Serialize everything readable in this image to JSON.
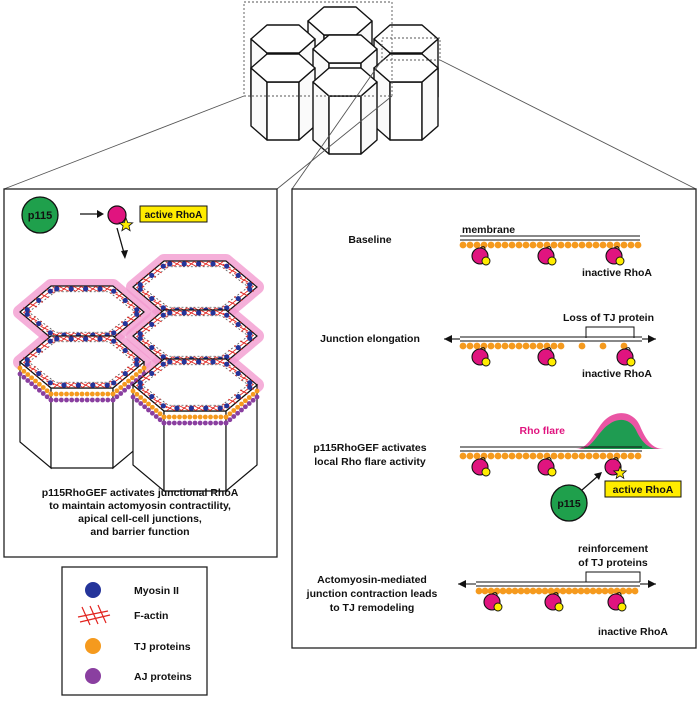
{
  "colors": {
    "magenta": "#e0147f",
    "yellow": "#ffec00",
    "green": "#1fa04c",
    "orange": "#f59a1e",
    "purple": "#8a3fa0",
    "myosin": "#24349a",
    "actin": "#e2241f",
    "pink_glow": "#f29bd0",
    "rho_flare_pink": "#e8429a",
    "rho_flare_green": "#1f9c52"
  },
  "left_panel": {
    "p115": "p115",
    "active_rhoa": "active RhoA",
    "caption": [
      "p115RhoGEF activates junctional RhoA",
      "to maintain actomyosin contractility,",
      "apical cell-cell junctions,",
      "and barrier function"
    ]
  },
  "legend": {
    "items": [
      {
        "label": "Myosin II",
        "icon": "myosin-dot-icon"
      },
      {
        "label": "F-actin",
        "icon": "actin-filament-icon"
      },
      {
        "label": "TJ proteins",
        "icon": "tj-dot-icon"
      },
      {
        "label": "AJ proteins",
        "icon": "aj-dot-icon"
      }
    ]
  },
  "right_panel": {
    "membrane": "membrane",
    "rows": [
      {
        "title": [
          "Baseline"
        ],
        "note": "inactive RhoA"
      },
      {
        "title": [
          "Junction elongation"
        ],
        "note": "inactive RhoA",
        "bracket": "Loss of TJ protein"
      },
      {
        "title": [
          "p115RhoGEF activates",
          "local Rho flare activity"
        ],
        "flare": "Rho flare",
        "p115": "p115",
        "active": "active RhoA"
      },
      {
        "title": [
          "Actomyosin-mediated",
          "junction contraction leads",
          "to TJ remodeling"
        ],
        "note": "inactive RhoA",
        "bracket": [
          "reinforcement",
          "of TJ proteins"
        ]
      }
    ]
  }
}
